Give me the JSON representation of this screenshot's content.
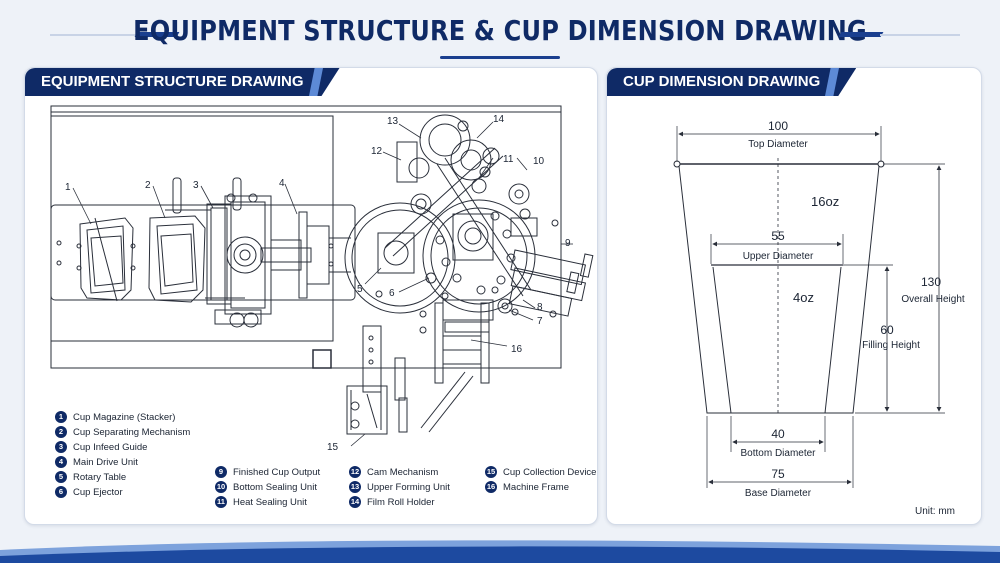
{
  "title": "EQUIPMENT STRUCTURE & CUP DIMENSION DRAWING",
  "left_panel": {
    "header": "EQUIPMENT STRUCTURE DRAWING",
    "callouts": [
      "1",
      "2",
      "3",
      "4",
      "5",
      "6",
      "7",
      "8",
      "9",
      "10",
      "11",
      "12",
      "13",
      "14",
      "15",
      "16"
    ],
    "legend": [
      {
        "num": "1",
        "label": "Cup Magazine (Stacker)"
      },
      {
        "num": "2",
        "label": "Cup Separating Mechanism"
      },
      {
        "num": "3",
        "label": "Cup Infeed Guide"
      },
      {
        "num": "4",
        "label": "Main Drive Unit"
      },
      {
        "num": "5",
        "label": "Rotary Table"
      },
      {
        "num": "6",
        "label": "Cup Ejector"
      },
      {
        "num": "9",
        "label": "Finished Cup Output"
      },
      {
        "num": "10",
        "label": "Bottom Sealing Unit"
      },
      {
        "num": "11",
        "label": "Heat Sealing Unit"
      },
      {
        "num": "12",
        "label": "Cam Mechanism"
      },
      {
        "num": "13",
        "label": "Upper Forming Unit"
      },
      {
        "num": "14",
        "label": "Film Roll Holder"
      },
      {
        "num": "15",
        "label": "Cup Collection Device"
      },
      {
        "num": "16",
        "label": "Machine Frame"
      }
    ]
  },
  "right_panel": {
    "header": "CUP DIMENSION DRAWING",
    "top_value": "100",
    "top_label": "Top Diameter",
    "large_cup": "16oz",
    "upper_value": "55",
    "upper_label": "Upper Diameter",
    "small_cup": "4oz",
    "overall_value": "130",
    "overall_label": "Overall Height",
    "filling_value": "60",
    "filling_label": "Filling Height",
    "bottom_value": "40",
    "bottom_label": "Bottom Diameter",
    "base_value": "75",
    "base_label": "Base Diameter",
    "unit": "Unit: mm"
  },
  "colors": {
    "navy": "#0f2a66",
    "accent": "#5d8ad6",
    "line": "#2a2f3a"
  }
}
